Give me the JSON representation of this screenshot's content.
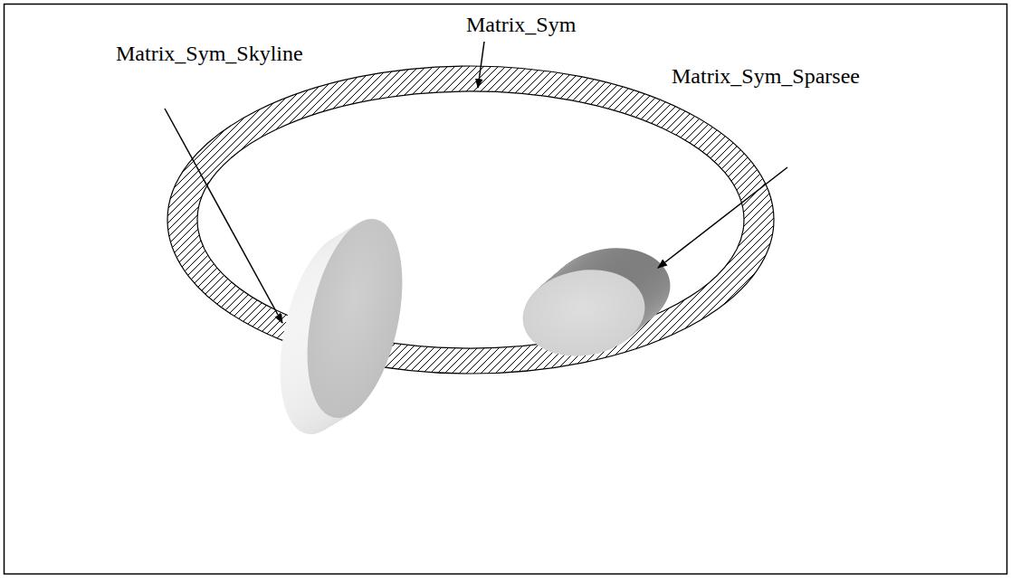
{
  "diagram": {
    "nodes": [
      {
        "text": [
          "Matrix_Sym"
        ]
      },
      {
        "text": [
          "Matrix_Sym_Skyline"
        ],
        "in": 0
      },
      {
        "text": [
          "Matrix_Sym_Sparsee"
        ],
        "in": 0
      }
    ]
  }
}
